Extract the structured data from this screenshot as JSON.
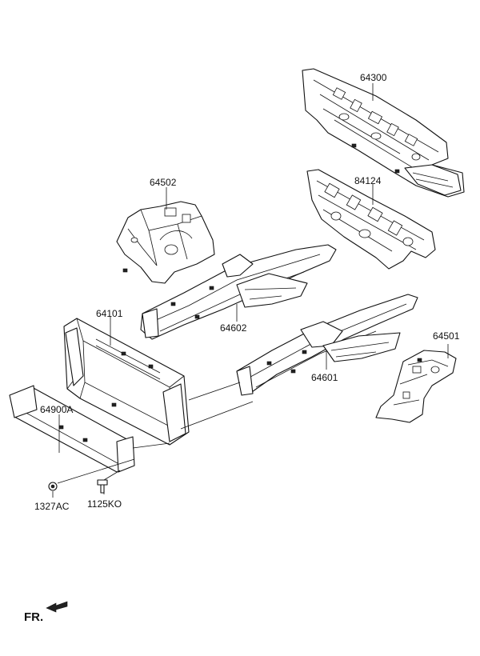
{
  "labels": {
    "p64300": "64300",
    "p84124": "84124",
    "p64502": "64502",
    "p64602": "64602",
    "p64101": "64101",
    "p64601": "64601",
    "p64501": "64501",
    "p64900A": "64900A",
    "p1327AC": "1327AC",
    "p1125KO": "1125KO"
  },
  "direction": {
    "text": "FR."
  }
}
